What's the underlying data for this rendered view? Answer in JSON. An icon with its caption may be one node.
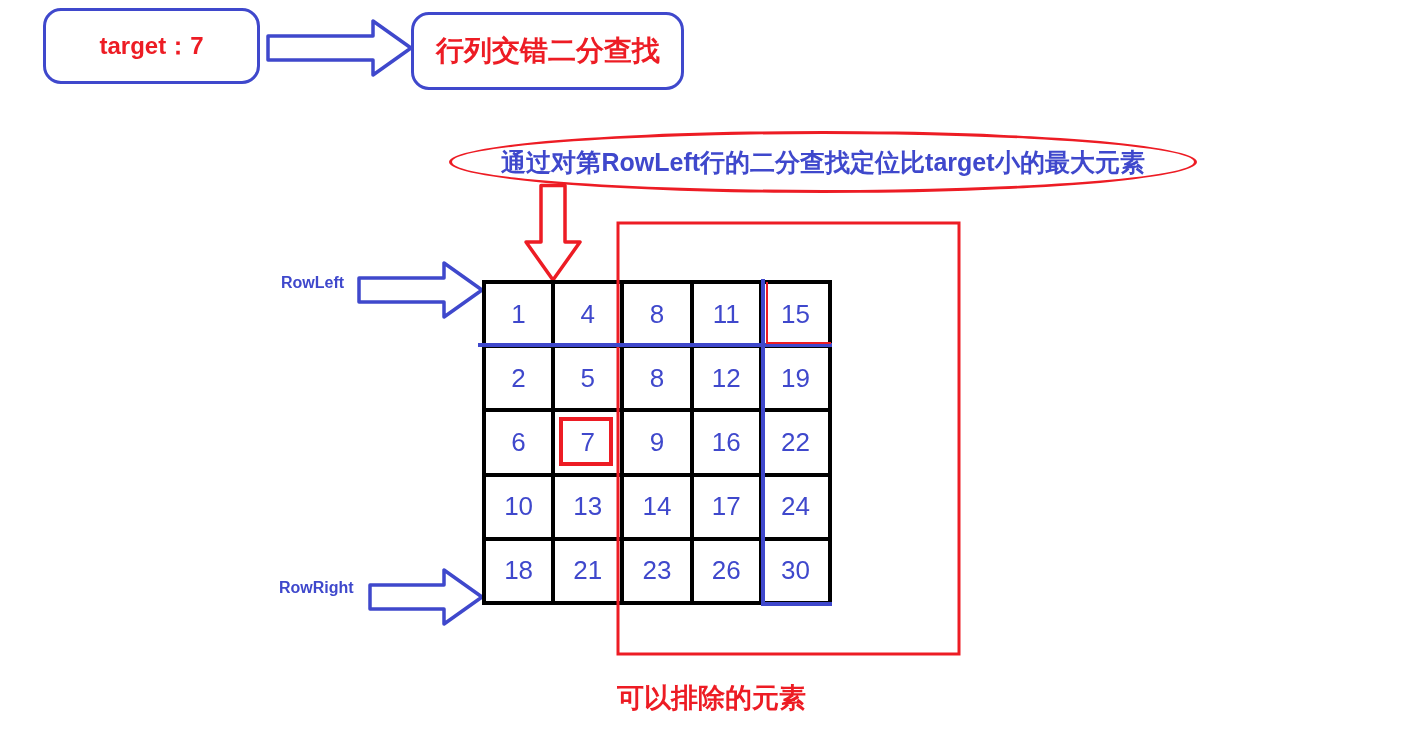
{
  "diagram": {
    "nodes": [
      {
        "text": [
          "target：7"
        ]
      },
      {
        "text": [
          "行列交错二分查找"
        ]
      },
      {
        "text": [
          "通过对第RowLeft行的二分查找定位比target小的最大元素"
        ]
      },
      {
        "text": [
          "RowLeft"
        ]
      },
      {
        "text": [
          "RowRight"
        ]
      },
      {
        "text": [],
        "shape": "box"
      },
      {
        "text": [
          "1"
        ],
        "in": 5
      },
      {
        "text": [
          "4"
        ],
        "in": 5
      },
      {
        "text": [
          "8"
        ],
        "in": 5
      },
      {
        "text": [
          "11"
        ],
        "in": 5
      },
      {
        "text": [
          "15"
        ],
        "in": 5
      },
      {
        "text": [
          "2"
        ],
        "in": 5
      },
      {
        "text": [
          "5"
        ],
        "in": 5
      },
      {
        "text": [
          "8"
        ],
        "in": 5
      },
      {
        "text": [
          "12"
        ],
        "in": 5
      },
      {
        "text": [
          "19"
        ],
        "in": 5
      },
      {
        "text": [
          "6"
        ],
        "in": 5
      },
      {
        "text": [
          "7"
        ],
        "in": 5
      },
      {
        "text": [
          "9"
        ],
        "in": 5
      },
      {
        "text": [
          "16"
        ],
        "in": 5
      },
      {
        "text": [
          "22"
        ],
        "in": 5
      },
      {
        "text": [
          "10"
        ],
        "in": 5
      },
      {
        "text": [
          "13"
        ],
        "in": 5
      },
      {
        "text": [
          "14"
        ],
        "in": 5
      },
      {
        "text": [
          "17"
        ],
        "in": 5
      },
      {
        "text": [
          "24"
        ],
        "in": 5
      },
      {
        "text": [
          "18"
        ],
        "in": 5
      },
      {
        "text": [
          "21"
        ],
        "in": 5
      },
      {
        "text": [
          "23"
        ],
        "in": 5
      },
      {
        "text": [
          "26"
        ],
        "in": 5
      },
      {
        "text": [
          "30"
        ],
        "in": 5
      }
    ],
    "edges": [
      {
        "from": 0,
        "to": 1,
        "arrow": "to"
      },
      {
        "from": 2,
        "to": 5,
        "arrow": "to",
        "color": "#ed1c24"
      },
      {
        "from": 3,
        "to": 5,
        "arrow": "to"
      },
      {
        "from": 4,
        "to": 5,
        "arrow": "to"
      }
    ],
    "labels": [
      "可以排除的元素"
    ]
  }
}
